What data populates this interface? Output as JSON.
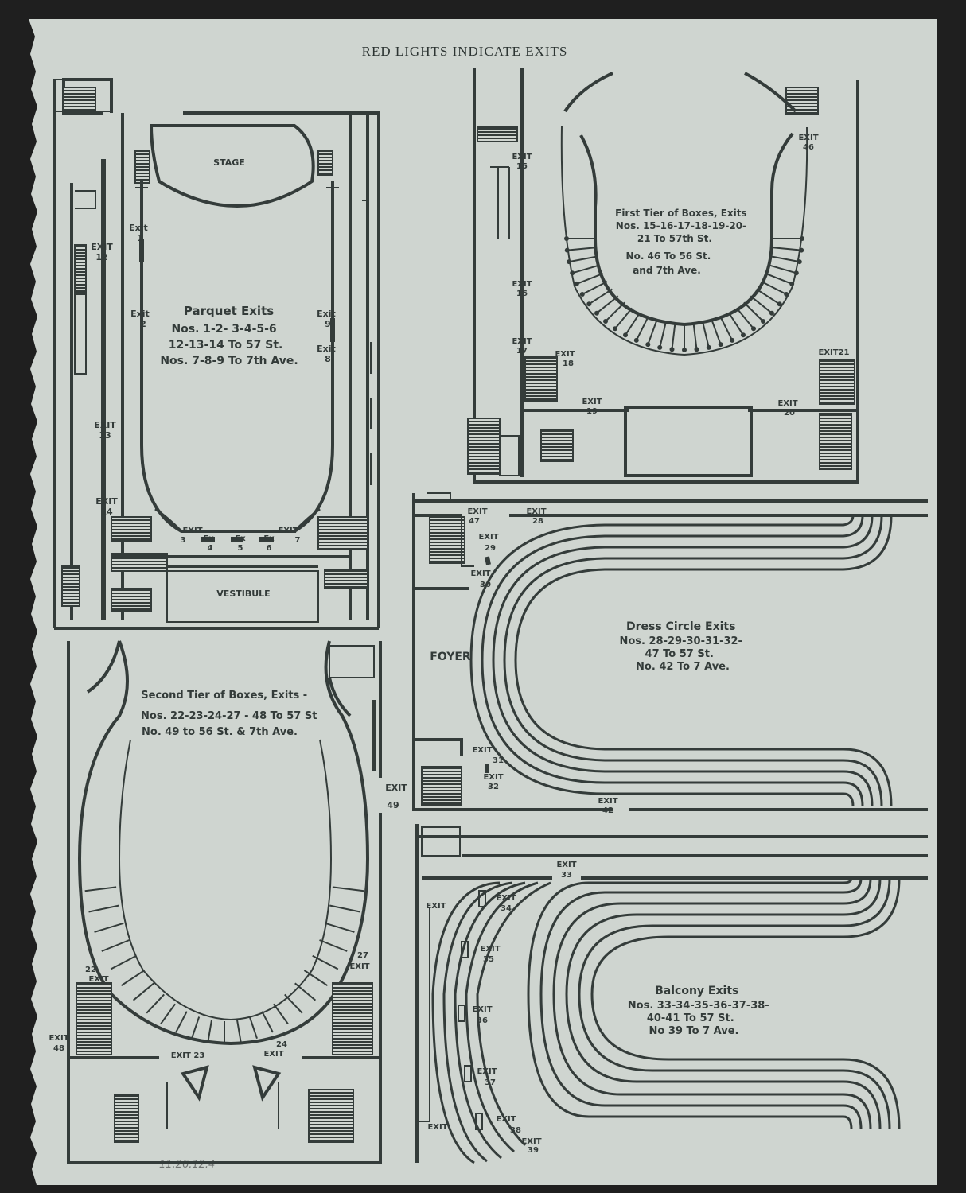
{
  "header": {
    "title": "RED LIGHTS INDICATE EXITS"
  },
  "footer": {
    "pencil_note": "11.26.12.4"
  },
  "parquet": {
    "stage_label": "STAGE",
    "vestibule_label": "VESTIBULE",
    "caption": [
      "Parquet Exits",
      "Nos. 1-2- 3-4-5-6",
      "12-13-14 To 57 St.",
      "Nos. 7-8-9 To 7th Ave."
    ],
    "exits": [
      {
        "id": "p1",
        "line1": "Exit",
        "line2": "1"
      },
      {
        "id": "p2",
        "line1": "Exit",
        "line2": "2"
      },
      {
        "id": "p9",
        "line1": "Exit",
        "line2": "9"
      },
      {
        "id": "p8",
        "line1": "Exit",
        "line2": "8"
      },
      {
        "id": "p12",
        "line1": "EXIT",
        "line2": "12"
      },
      {
        "id": "p13",
        "line1": "EXIT",
        "line2": "13"
      },
      {
        "id": "p14",
        "line1": "EXIT",
        "line2": "14"
      },
      {
        "id": "p3",
        "line1": "EXIT",
        "line2": "3"
      },
      {
        "id": "p4",
        "line1": "Ex",
        "line2": "4"
      },
      {
        "id": "p5",
        "line1": "Ex",
        "line2": "5"
      },
      {
        "id": "p6",
        "line1": "Ex",
        "line2": "6"
      },
      {
        "id": "p7",
        "line1": "EXIT",
        "line2": "7"
      }
    ]
  },
  "first_tier": {
    "caption": [
      "First Tier of Boxes, Exits",
      "Nos. 15-16-17-18-19-20-",
      "21 To 57th St.",
      "No. 46 To 56 St.",
      "and 7th Ave."
    ],
    "exits": [
      {
        "id": "f15",
        "line1": "EXIT",
        "line2": "15"
      },
      {
        "id": "f16",
        "line1": "EXIT",
        "line2": "16"
      },
      {
        "id": "f17",
        "line1": "EXIT",
        "line2": "17"
      },
      {
        "id": "f18",
        "line1": "EXIT",
        "line2": "18"
      },
      {
        "id": "f19",
        "line1": "EXIT",
        "line2": "19"
      },
      {
        "id": "f20",
        "line1": "EXIT",
        "line2": "20"
      },
      {
        "id": "f21",
        "line1": "EXIT21",
        "line2": ""
      },
      {
        "id": "f46",
        "line1": "EXIT",
        "line2": "46"
      }
    ]
  },
  "dress_circle": {
    "foyer_label": "FOYER",
    "caption": [
      "Dress Circle Exits",
      "Nos. 28-29-30-31-32-",
      "47 To 57 St.",
      "No. 42 To 7 Ave."
    ],
    "exits": [
      {
        "id": "d47",
        "line1": "EXIT",
        "line2": "47"
      },
      {
        "id": "d28",
        "line1": "EXIT",
        "line2": "28"
      },
      {
        "id": "d29",
        "line1": "EXIT",
        "line2": "29"
      },
      {
        "id": "d30",
        "line1": "EXIT",
        "line2": "30"
      },
      {
        "id": "d31",
        "line1": "EXIT",
        "line2": "31"
      },
      {
        "id": "d32",
        "line1": "EXIT",
        "line2": "32"
      },
      {
        "id": "d42",
        "line1": "EXIT",
        "line2": "42"
      }
    ]
  },
  "second_tier": {
    "caption": [
      "Second Tier of Boxes, Exits -",
      "Nos. 22-23-24-27 - 48 To 57 St",
      "No. 49 to 56 St. & 7th Ave."
    ],
    "exits": [
      {
        "id": "s49",
        "line1": "EXIT",
        "line2": "49"
      },
      {
        "id": "s22",
        "line1": "22",
        "line2": "EXIT"
      },
      {
        "id": "s27",
        "line1": "27",
        "line2": "EXIT"
      },
      {
        "id": "s48",
        "line1": "EXIT",
        "line2": "48"
      },
      {
        "id": "s23",
        "line1": "EXIT 23",
        "line2": ""
      },
      {
        "id": "s24",
        "line1": "24",
        "line2": "EXIT"
      }
    ]
  },
  "balcony": {
    "caption": [
      "Balcony Exits",
      "Nos. 33-34-35-36-37-38-",
      "40-41 To 57 St.",
      "No 39 To 7 Ave."
    ],
    "exits": [
      {
        "id": "b33",
        "line1": "EXIT",
        "line2": "33"
      },
      {
        "id": "b34",
        "line1": "EXIT",
        "line2": "34"
      },
      {
        "id": "b35",
        "line1": "EXIT",
        "line2": "35"
      },
      {
        "id": "b36",
        "line1": "EXIT",
        "line2": "36"
      },
      {
        "id": "b37",
        "line1": "EXIT",
        "line2": "37"
      },
      {
        "id": "b38",
        "line1": "EXIT",
        "line2": "38"
      },
      {
        "id": "b39",
        "line1": "EXIT",
        "line2": "39"
      },
      {
        "id": "b40",
        "line1": "EXIT",
        "line2": ""
      },
      {
        "id": "b41",
        "line1": "EXIT",
        "line2": ""
      }
    ]
  },
  "colors": {
    "paper": "#cfd5d0",
    "ink": "#343c3a",
    "background": "#1f1f1f"
  }
}
